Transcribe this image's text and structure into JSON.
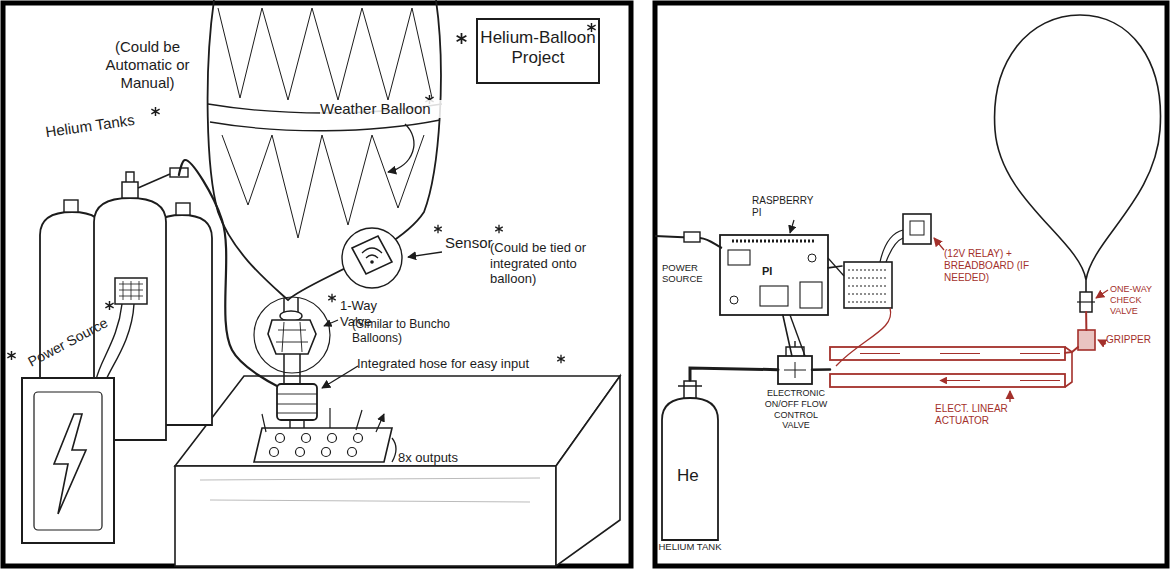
{
  "diagram": {
    "nodes": [
      {
        "text": [
          "Helium-Balloon Project"
        ]
      },
      {
        "text": [
          "Helium Tanks"
        ]
      },
      {
        "text": [
          "Power Source"
        ]
      },
      {
        "text": [
          "Weather Balloon"
        ]
      },
      {
        "text": [
          "Sensor",
          "(Could be tied or integrated onto balloon)"
        ]
      },
      {
        "text": [
          "1-Way Valve",
          "(Similar to Buncho Balloons)"
        ]
      },
      {
        "text": [
          "Integrated hose for easy input"
        ]
      },
      {
        "text": [
          "8x outputs"
        ]
      },
      {
        "text": [
          "PI",
          "RASPBERRY PI"
        ]
      },
      {
        "text": [
          "(12V RELAY) + BREADBOARD (IF NEEDED)"
        ]
      },
      {
        "text": [
          "ELECTRONIC ON/OFF FLOW CONTROL VALVE"
        ]
      },
      {
        "text": [
          "He",
          "HELIUM TANK"
        ]
      },
      {
        "text": [
          "ELECT. LINEAR ACTUATOR"
        ]
      },
      {
        "text": [
          "GRIPPER"
        ]
      },
      {
        "text": [
          "ONE-WAY CHECK VALVE"
        ]
      }
    ],
    "edges": [
      {
        "from": 1,
        "to": 6,
        "arrow": "none"
      },
      {
        "from": 8,
        "to": 9,
        "arrow": "none"
      },
      {
        "from": 8,
        "to": 10,
        "arrow": "none"
      },
      {
        "from": 11,
        "to": 10,
        "arrow": "none"
      },
      {
        "from": 10,
        "to": 12,
        "arrow": "none"
      },
      {
        "from": 12,
        "to": 13,
        "arrow": "none"
      },
      {
        "from": 13,
        "to": 14,
        "arrow": "none"
      }
    ],
    "labels": [
      "(Could be Automatic or Manual)",
      "POWER SOURCE"
    ]
  }
}
